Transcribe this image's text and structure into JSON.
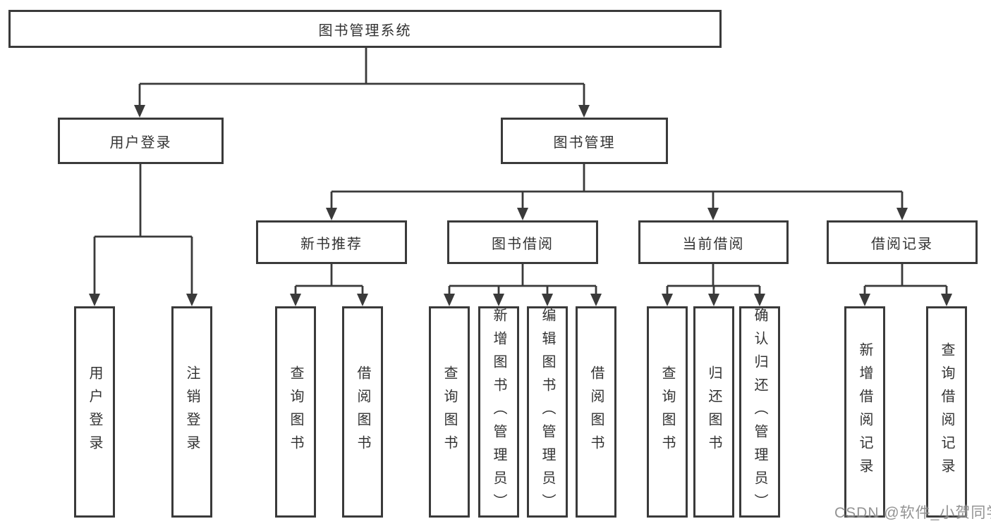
{
  "diagram": {
    "watermark": "CSDN @软件_小贺同学",
    "colors": {
      "line": "#3a3a3a",
      "text": "#333333",
      "background": "#ffffff",
      "watermark": "#808080"
    },
    "tree": {
      "label": "图书管理系统",
      "children": [
        {
          "label": "用户登录",
          "children": [
            {
              "label": "用户登录"
            },
            {
              "label": "注销登录"
            }
          ]
        },
        {
          "label": "图书管理",
          "children": [
            {
              "label": "新书推荐",
              "children": [
                {
                  "label": "查询图书"
                },
                {
                  "label": "借阅图书"
                }
              ]
            },
            {
              "label": "图书借阅",
              "children": [
                {
                  "label": "查询图书"
                },
                {
                  "label": "新增图书（管理员）"
                },
                {
                  "label": "编辑图书（管理员）"
                },
                {
                  "label": "借阅图书"
                }
              ]
            },
            {
              "label": "当前借阅",
              "children": [
                {
                  "label": "查询图书"
                },
                {
                  "label": "归还图书"
                },
                {
                  "label": "确认归还（管理员）"
                }
              ]
            },
            {
              "label": "借阅记录",
              "children": [
                {
                  "label": "新增借阅记录"
                },
                {
                  "label": "查询借阅记录"
                }
              ]
            }
          ]
        }
      ]
    }
  }
}
